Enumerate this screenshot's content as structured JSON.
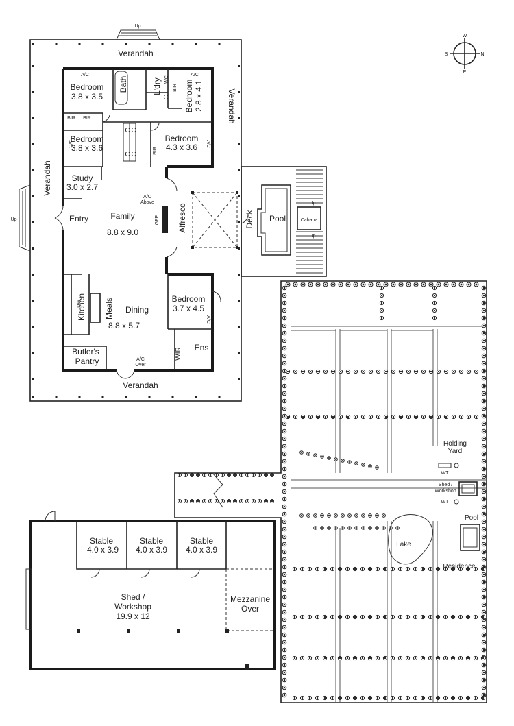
{
  "compass": {
    "n": "N",
    "s": "S",
    "e": "E",
    "w": "W"
  },
  "house": {
    "verandah_top": "Verandah",
    "verandah_right": "Verandah",
    "verandah_left": "Verandah",
    "verandah_bottom": "Verandah",
    "up_top": "Up",
    "up_left": "Up",
    "rooms": {
      "bed1": {
        "name": "Bedroom",
        "size": "3.8 x 3.5"
      },
      "bed2": {
        "name": "Bedroom",
        "size": "3.8 x 3.6"
      },
      "bed3": {
        "name": "Bedroom",
        "size": "2.8 x 4.1"
      },
      "bed4": {
        "name": "Bedroom",
        "size": "4.3 x 3.6"
      },
      "bed5": {
        "name": "Bedroom",
        "size": "3.7 x 4.5"
      },
      "study": {
        "name": "Study",
        "size": "3.0 x 2.7"
      },
      "family": {
        "name": "Family",
        "size": "8.8 x 9.0"
      },
      "dining": {
        "name": "Dining",
        "size": "8.8 x 5.7"
      },
      "bath": "Bath",
      "ldry": "L'dry",
      "entry": "Entry",
      "kitchen": "Kitchen",
      "meals": "Meals",
      "butlers": "Butler's",
      "pantry": "Pantry",
      "ens": "Ens",
      "wir": "WIR",
      "alfresco": "Alfresco",
      "deck": "Deck",
      "pool": "Pool",
      "cabana": "Cabana"
    },
    "small": {
      "ac": "A/C",
      "bir": "BIR",
      "c": "C",
      "wc": "WC",
      "gfp": "GFP",
      "ac_above_1": "A/C",
      "ac_above_2": "Above",
      "ac_over_1": "A/C",
      "ac_over_2": "Over",
      "dw": "DW",
      "up": "Up"
    }
  },
  "shed": {
    "stable1": {
      "name": "Stable",
      "size": "4.0 x 3.9"
    },
    "stable2": {
      "name": "Stable",
      "size": "4.0 x 3.9"
    },
    "stable3": {
      "name": "Stable",
      "size": "4.0 x 3.9"
    },
    "main_1": "Shed /",
    "main_2": "Workshop",
    "main_size": "19.9 x 12",
    "mezz_1": "Mezzanine",
    "mezz_2": "Over"
  },
  "site": {
    "holding_1": "Holding",
    "holding_2": "Yard",
    "wt1": "WT",
    "wt2": "WT",
    "shed_1": "Shed /",
    "shed_2": "Workshop",
    "lake": "Lake",
    "pool": "Pool",
    "residence": "Residence"
  }
}
